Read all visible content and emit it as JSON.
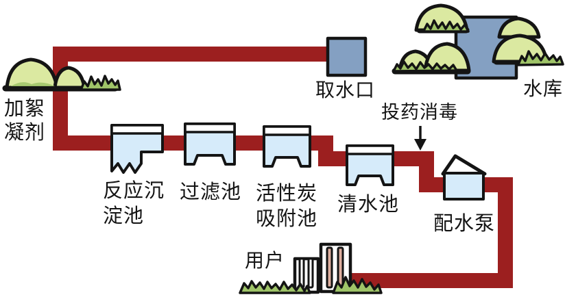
{
  "labels": {
    "flocculant_line1": "加絮",
    "flocculant_line2": "凝剂",
    "intake": "取水口",
    "reservoir": "水库",
    "disinfection": "投药消毒",
    "sedimentation_line1": "反应沉",
    "sedimentation_line2": "淀池",
    "filter": "过滤池",
    "carbon_line1": "活性炭",
    "carbon_line2": "吸附池",
    "clearwater": "清水池",
    "pump": "配水泵",
    "users": "用户"
  },
  "colors": {
    "background": "#ffffff",
    "pipe": "#9c1f1f",
    "outline": "#141414",
    "tank_fill": "#d6ebfa",
    "water_body": "#84a0c2",
    "hill_fill": "#dbe9a1",
    "grass_fill": "#9fc468",
    "building_window": "#e0b0a0"
  }
}
